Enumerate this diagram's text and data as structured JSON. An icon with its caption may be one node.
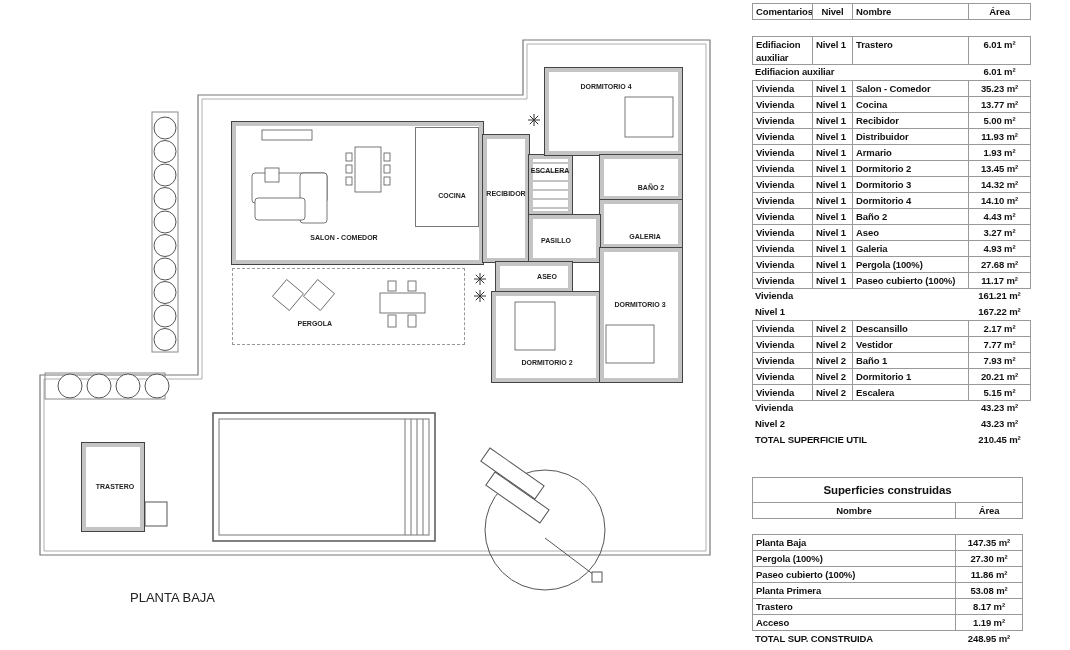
{
  "diagram": {
    "title": "PLANTA BAJA",
    "nodes": [
      {
        "text": [
          "SALON - COMEDOR"
        ]
      },
      {
        "text": [
          "COCINA"
        ],
        "in": 0
      },
      {
        "text": [
          "RECIBIDOR"
        ]
      },
      {
        "text": [
          "ESCALERA"
        ]
      },
      {
        "text": [
          "DORMITORIO 4"
        ]
      },
      {
        "text": [
          "BAÑO 2"
        ]
      },
      {
        "text": [
          "GALERIA"
        ]
      },
      {
        "text": [
          "PASILLO"
        ]
      },
      {
        "text": [
          "ASEO"
        ]
      },
      {
        "text": [
          "DORMITORIO 2"
        ]
      },
      {
        "text": [
          "DORMITORIO 3"
        ]
      },
      {
        "text": [
          "PERGOLA"
        ]
      },
      {
        "text": [
          "TRASTERO"
        ]
      }
    ],
    "labels": [
      "Comentarios",
      "Nivel",
      "Nombre",
      "Área",
      "Edifiacion auxiliar",
      "Nivel 1",
      "Trastero",
      "6.01 m²",
      "Edifiacion auxiliar",
      "6.01 m²",
      "Vivienda",
      "Nivel 1",
      "Salon - Comedor",
      "35.23 m²",
      "Vivienda",
      "Nivel 1",
      "Cocina",
      "13.77 m²",
      "Vivienda",
      "Nivel 1",
      "Recibidor",
      "5.00 m²",
      "Vivienda",
      "Nivel 1",
      "Distribuidor",
      "11.93 m²",
      "Vivienda",
      "Nivel 1",
      "Armario",
      "1.93 m²",
      "Vivienda",
      "Nivel 1",
      "Dormitorio 2",
      "13.45 m²",
      "Vivienda",
      "Nivel 1",
      "Dormitorio 3",
      "14.32 m²",
      "Vivienda",
      "Nivel 1",
      "Dormitorio 4",
      "14.10 m²",
      "Vivienda",
      "Nivel 1",
      "Baño 2",
      "4.43 m²",
      "Vivienda",
      "Nivel 1",
      "Aseo",
      "3.27 m²",
      "Vivienda",
      "Nivel 1",
      "Galeria",
      "4.93 m²",
      "Vivienda",
      "Nivel 1",
      "Pergola (100%)",
      "27.68 m²",
      "Vivienda",
      "Nivel 1",
      "Paseo cubierto (100%)",
      "11.17 m²",
      "Vivienda",
      "161.21 m²",
      "Nivel 1",
      "167.22 m²",
      "Vivienda",
      "Nivel 2",
      "Descansillo",
      "2.17 m²",
      "Vivienda",
      "Nivel 2",
      "Vestidor",
      "7.77 m²",
      "Vivienda",
      "Nivel 2",
      "Baño 1",
      "7.93 m²",
      "Vivienda",
      "Nivel 2",
      "Dormitorio 1",
      "20.21 m²",
      "Vivienda",
      "Nivel 2",
      "Escalera",
      "5.15 m²",
      "Vivienda",
      "43.23 m²",
      "Nivel 2",
      "43.23 m²",
      "TOTAL SUPERFICIE UTIL",
      "210.45 m²",
      "Superficies construidas",
      "Nombre",
      "Área",
      "Planta Baja",
      "147.35 m²",
      "Pergola (100%)",
      "27.30 m²",
      "Paseo cubierto (100%)",
      "11.86 m²",
      "Planta Primera",
      "53.08 m²",
      "Trastero",
      "8.17 m²",
      "Acceso",
      "1.19 m²",
      "TOTAL SUP. CONSTRUIDA",
      "248.95 m²"
    ]
  }
}
